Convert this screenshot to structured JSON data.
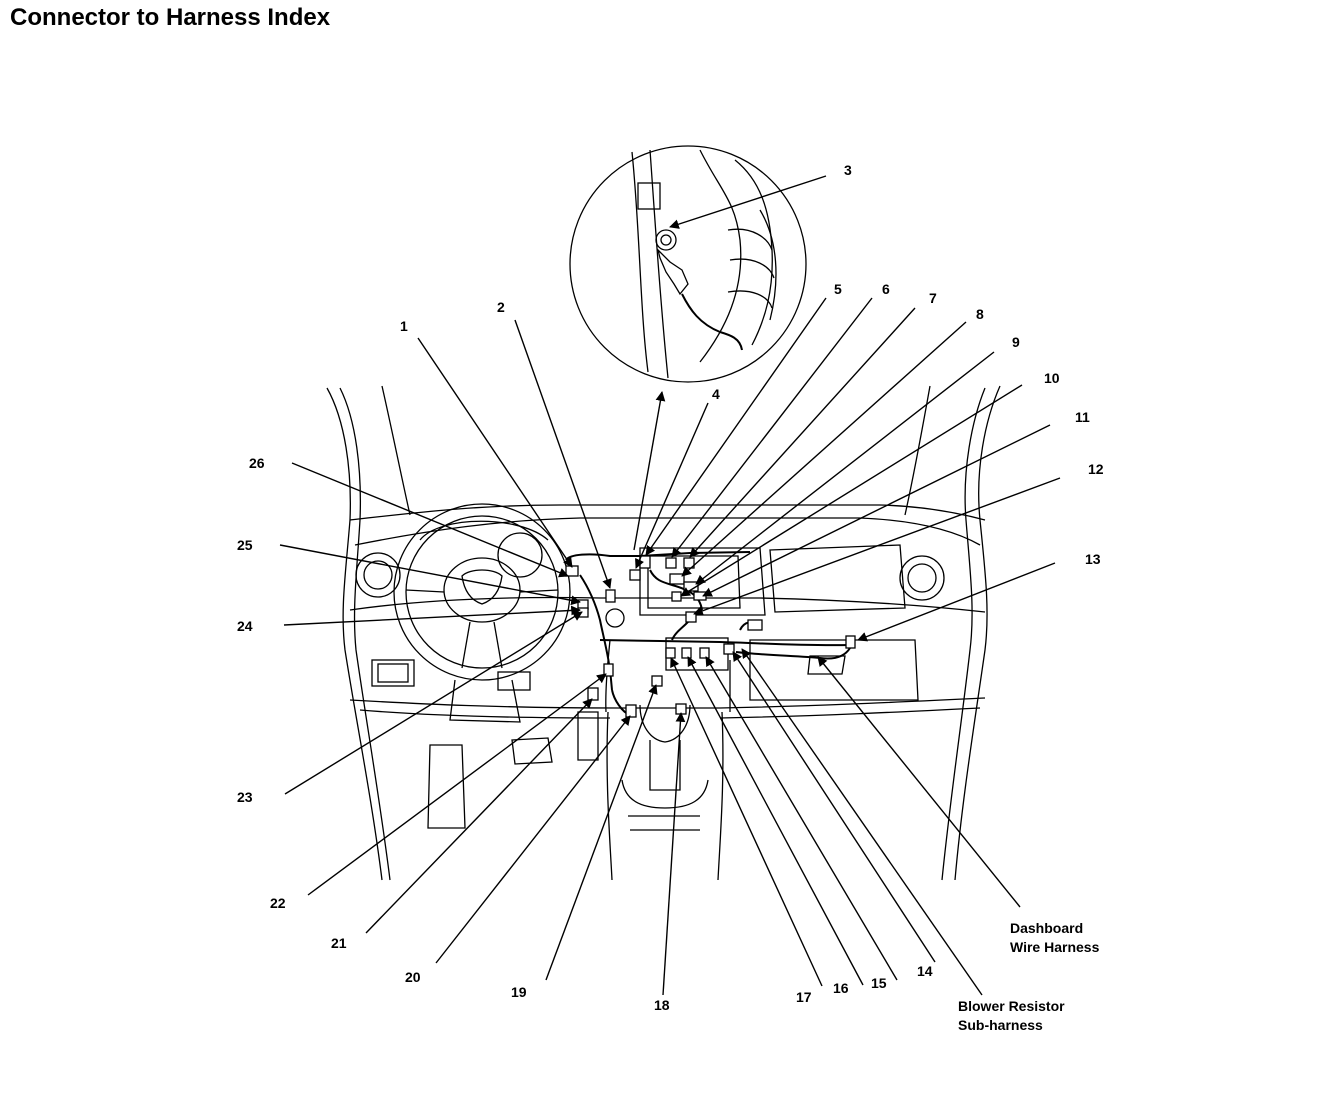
{
  "title": "Connector to Harness Index",
  "callouts": [
    "1",
    "2",
    "3",
    "4",
    "5",
    "6",
    "7",
    "8",
    "9",
    "10",
    "11",
    "12",
    "13",
    "14",
    "15",
    "16",
    "17",
    "18",
    "19",
    "20",
    "21",
    "22",
    "23",
    "24",
    "25",
    "26"
  ],
  "labels": {
    "dashboard_line1": "Dashboard",
    "dashboard_line2": "Wire Harness",
    "blower_line1": "Blower Resistor",
    "blower_line2": "Sub-harness"
  }
}
